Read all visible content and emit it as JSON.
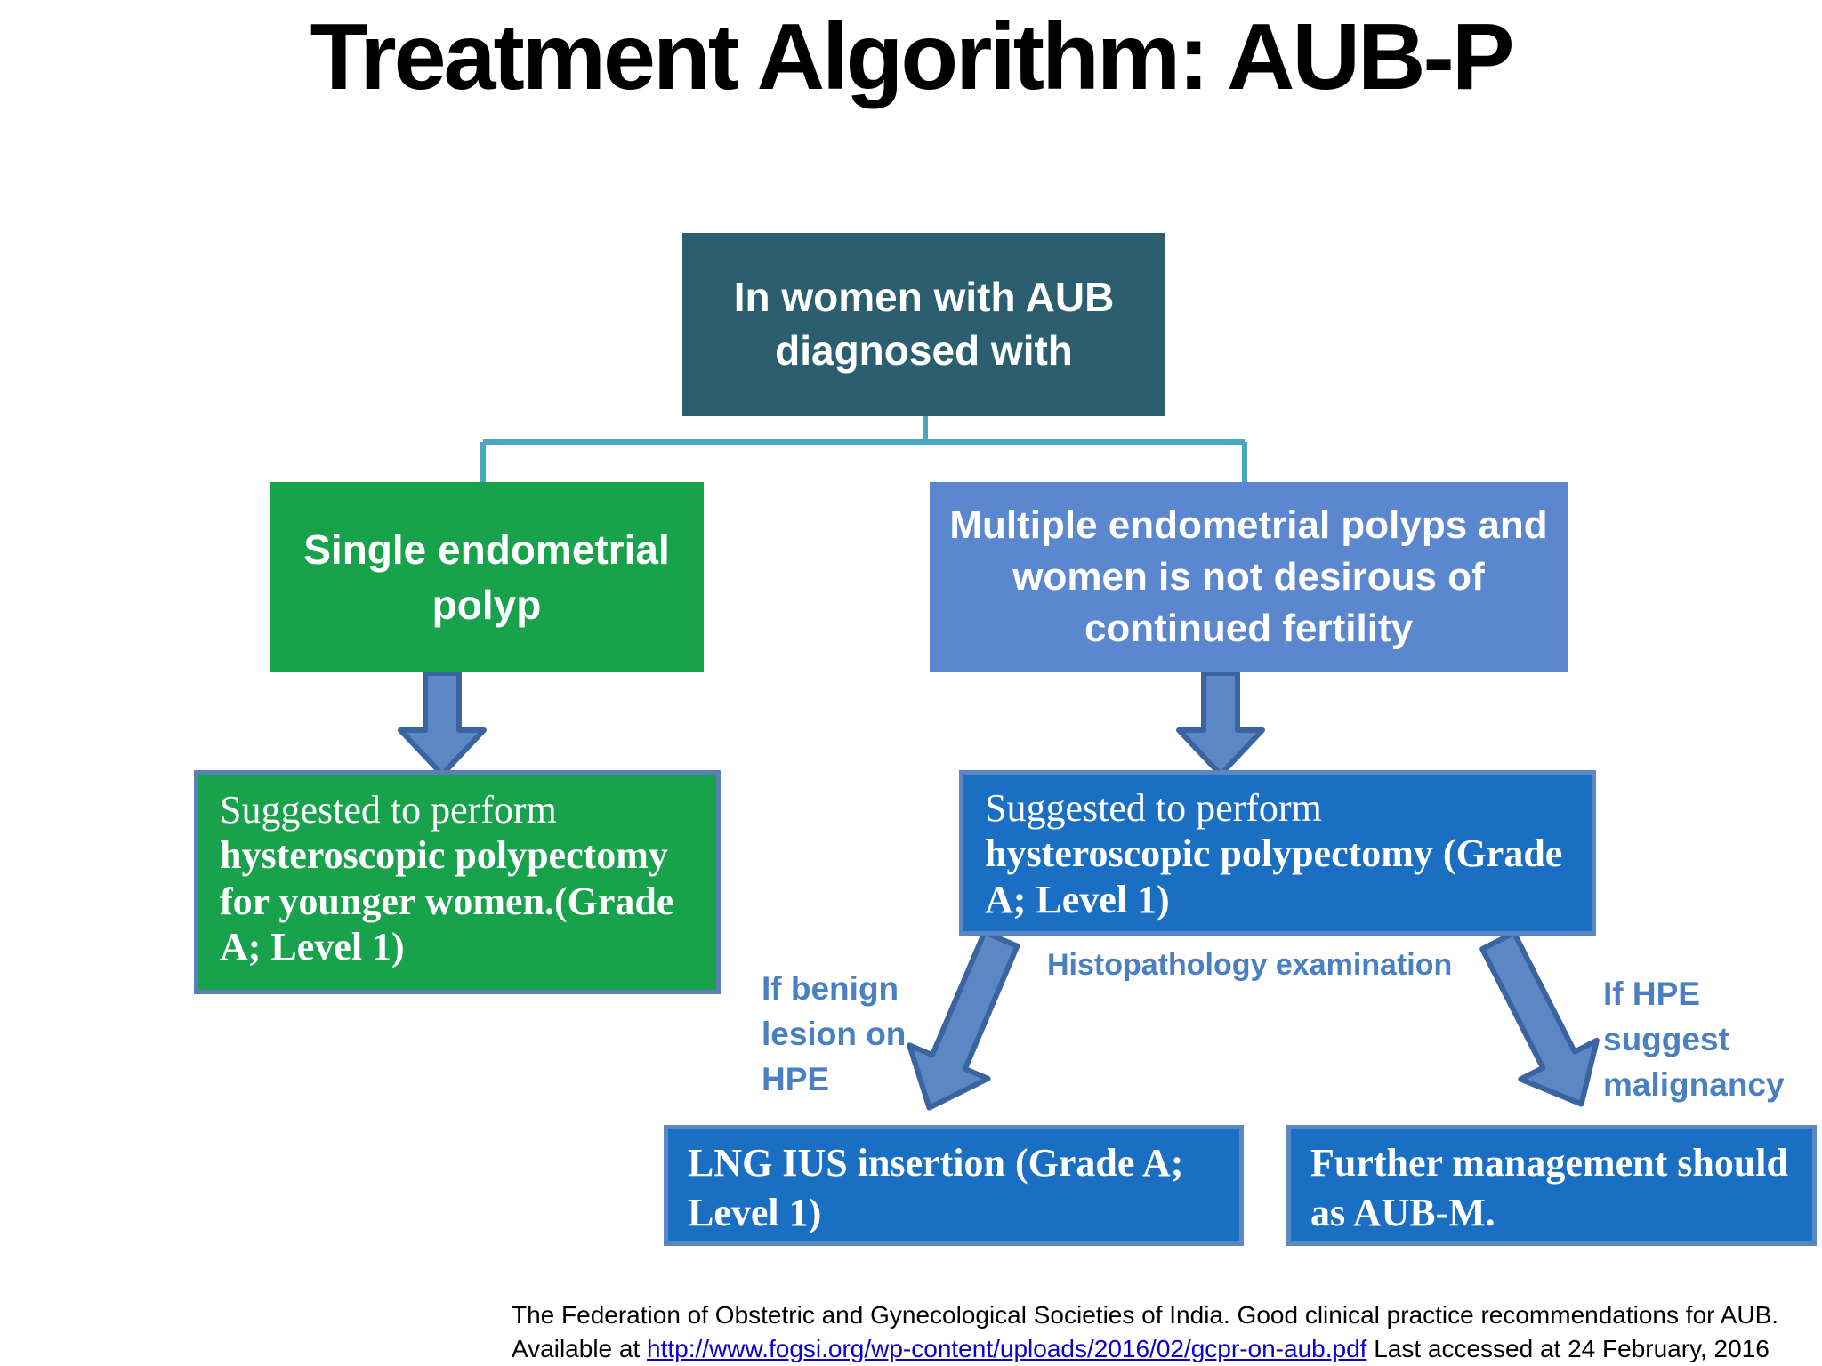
{
  "title": "Treatment Algorithm: AUB-P",
  "flow": {
    "root": "In women with AUB diagnosed with",
    "single": {
      "condition": "Single endometrial polyp",
      "action_prefix": "Suggested to perform",
      "action_bold": "hysteroscopic polypectomy for younger women.(Grade A; Level 1)"
    },
    "multiple": {
      "condition": "Multiple endometrial polyps and women is not desirous of continued fertility",
      "action_prefix": "Suggested to perform",
      "action_bold": "hysteroscopic polypectomy (Grade A; Level 1)"
    },
    "histopathology_label": "Histopathology examination",
    "benign_label": "If benign lesion on HPE",
    "malignancy_label": "If HPE suggest malignancy",
    "outcome_benign": "LNG IUS insertion (Grade A; Level 1)",
    "outcome_malignant": "Further management should as AUB-M."
  },
  "footer": {
    "text_before_link": "The Federation of Obstetric and Gynecological Societies of India. Good clinical practice recommendations for AUB. Available at ",
    "link": "http://www.fogsi.org/wp-content/uploads/2016/02/gcpr-on-aub.pdf",
    "text_after_link": "  Last accessed at 24 February, 2016"
  },
  "colors": {
    "root_box": "#2b5e6e",
    "green_box": "#18a24b",
    "light_blue_box": "#5b87ce",
    "dark_blue_box": "#1b6fc3",
    "box_border": "#5b87c5",
    "connector": "#4ba7bd",
    "arrow_fill": "#5b87c5",
    "arrow_stroke": "#3a64a0",
    "label_text": "#4a7fc1",
    "link": "#0b00ce"
  }
}
